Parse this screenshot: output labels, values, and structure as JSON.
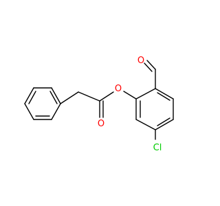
{
  "molecule": {
    "atoms": [
      {
        "id": "O_ester",
        "label": "O",
        "color": "#ff0000"
      },
      {
        "id": "O_carbonyl",
        "label": "O",
        "color": "#ff0000"
      },
      {
        "id": "O_aldehyde",
        "label": "O",
        "color": "#ff0000"
      },
      {
        "id": "Cl",
        "label": "Cl",
        "color": "#00cc00"
      }
    ],
    "bond_color": "#000000"
  }
}
